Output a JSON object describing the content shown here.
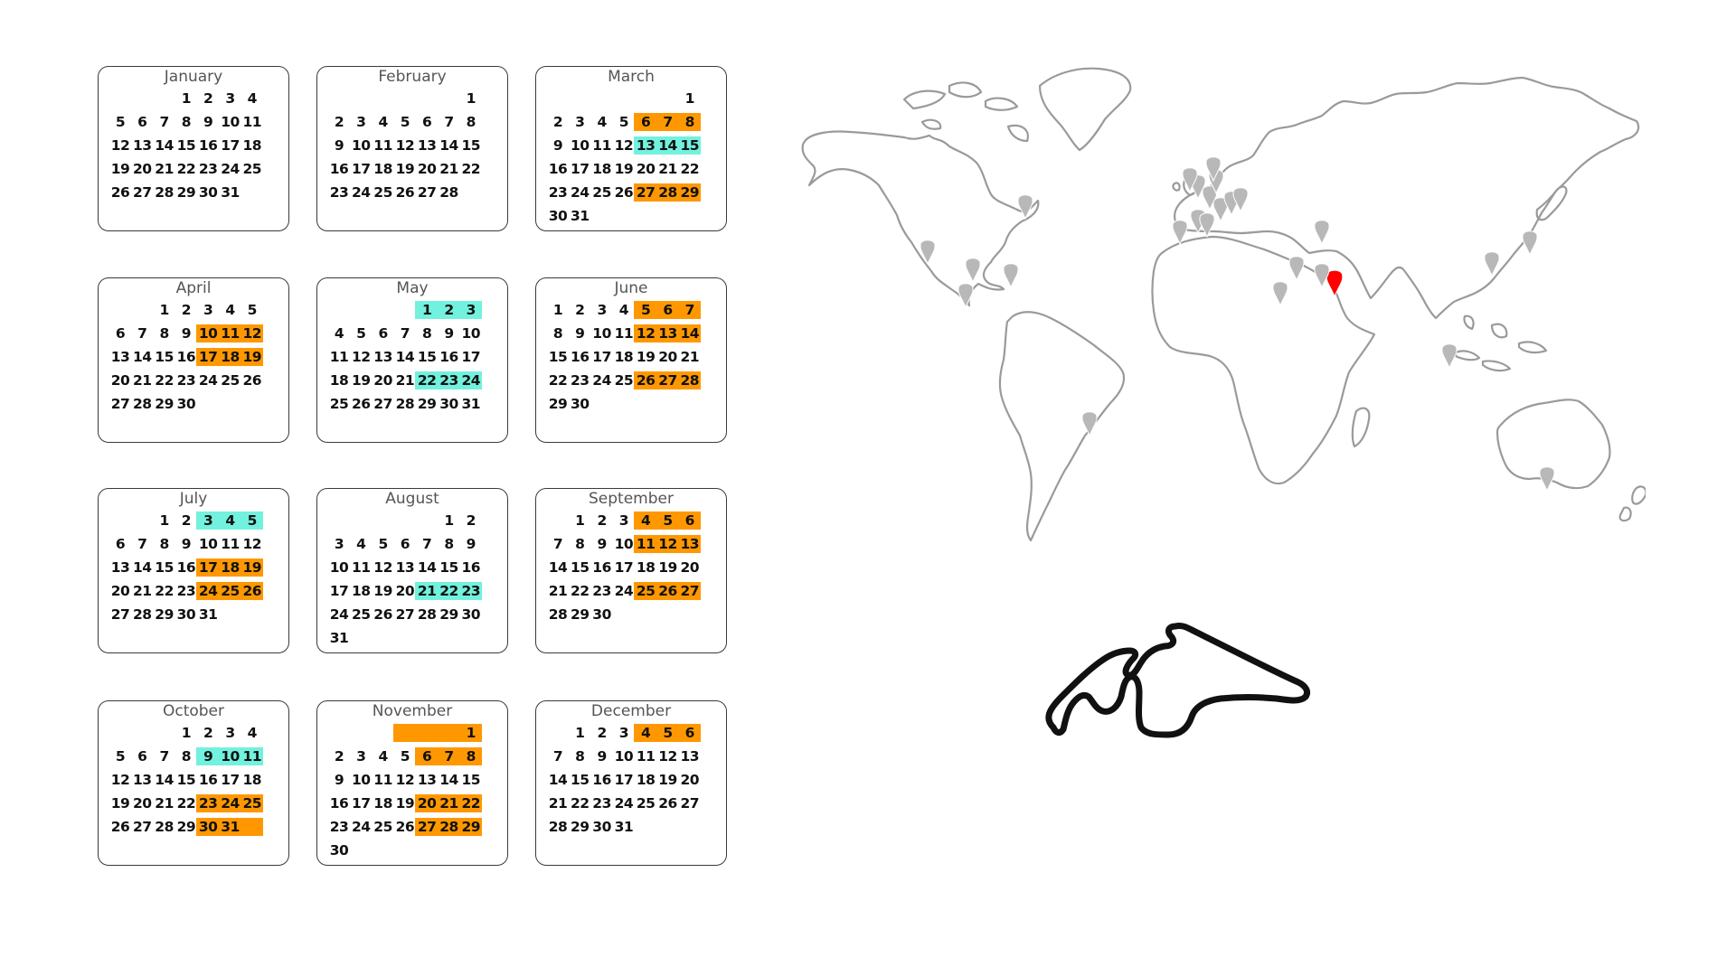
{
  "calendar": {
    "highlight_colors": {
      "race": "#ff9800",
      "test": "#72f1de"
    },
    "months": [
      {
        "name": "January",
        "first_weekday": 3,
        "days": 31,
        "highlights": []
      },
      {
        "name": "February",
        "first_weekday": 6,
        "days": 28,
        "highlights": []
      },
      {
        "name": "March",
        "first_weekday": 6,
        "days": 31,
        "highlights": [
          {
            "start": 6,
            "end": 8,
            "type": "race"
          },
          {
            "start": 13,
            "end": 15,
            "type": "test"
          },
          {
            "start": 27,
            "end": 29,
            "type": "race"
          }
        ]
      },
      {
        "name": "April",
        "first_weekday": 2,
        "days": 30,
        "highlights": [
          {
            "start": 10,
            "end": 12,
            "type": "race"
          },
          {
            "start": 17,
            "end": 19,
            "type": "race"
          }
        ]
      },
      {
        "name": "May",
        "first_weekday": 4,
        "days": 31,
        "highlights": [
          {
            "start": 1,
            "end": 3,
            "type": "test"
          },
          {
            "start": 22,
            "end": 24,
            "type": "test"
          }
        ]
      },
      {
        "name": "June",
        "first_weekday": 0,
        "days": 30,
        "highlights": [
          {
            "start": 5,
            "end": 7,
            "type": "race"
          },
          {
            "start": 12,
            "end": 14,
            "type": "race"
          },
          {
            "start": 26,
            "end": 28,
            "type": "race"
          }
        ]
      },
      {
        "name": "July",
        "first_weekday": 2,
        "days": 31,
        "highlights": [
          {
            "start": 3,
            "end": 5,
            "type": "test"
          },
          {
            "start": 17,
            "end": 19,
            "type": "race"
          },
          {
            "start": 24,
            "end": 26,
            "type": "race"
          }
        ]
      },
      {
        "name": "August",
        "first_weekday": 5,
        "days": 31,
        "highlights": [
          {
            "start": 21,
            "end": 23,
            "type": "test"
          }
        ]
      },
      {
        "name": "September",
        "first_weekday": 1,
        "days": 30,
        "highlights": [
          {
            "start": 4,
            "end": 6,
            "type": "race"
          },
          {
            "start": 11,
            "end": 13,
            "type": "race"
          },
          {
            "start": 25,
            "end": 27,
            "type": "race"
          }
        ]
      },
      {
        "name": "October",
        "first_weekday": 3,
        "days": 31,
        "highlights": [
          {
            "start": 9,
            "end": 11,
            "type": "test"
          },
          {
            "start": 23,
            "end": 25,
            "type": "race"
          },
          {
            "start": 30,
            "end": 31,
            "type": "race",
            "extend": true
          }
        ]
      },
      {
        "name": "November",
        "first_weekday": 6,
        "days": 30,
        "highlights": [
          {
            "start": 1,
            "end": 1,
            "type": "race",
            "extend_left": true
          },
          {
            "start": 6,
            "end": 8,
            "type": "race"
          },
          {
            "start": 20,
            "end": 22,
            "type": "race"
          },
          {
            "start": 27,
            "end": 29,
            "type": "race"
          }
        ]
      },
      {
        "name": "December",
        "first_weekday": 1,
        "days": 31,
        "highlights": [
          {
            "start": 4,
            "end": 6,
            "type": "race"
          }
        ]
      }
    ]
  },
  "map": {
    "outline_color": "#9a9a9a",
    "marker_color": "#b8b8b8",
    "selected_marker_color": "#ff0000",
    "selected_marker": "abu-dhabi"
  },
  "track": {
    "color": "#111111"
  }
}
